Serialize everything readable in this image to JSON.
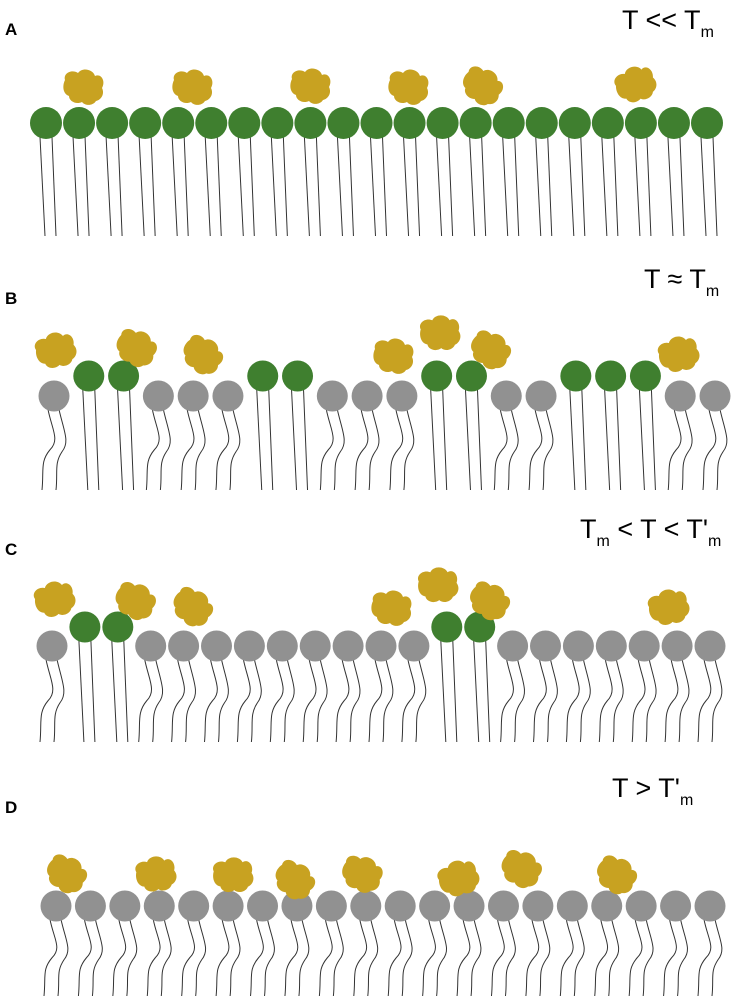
{
  "colors": {
    "ordered_head": "#3f7f2f",
    "disordered_head": "#919191",
    "protein": "#c8a221",
    "tail": "#333333",
    "background": "#ffffff"
  },
  "panels": [
    {
      "letter": "A",
      "condition": {
        "base": "T << T",
        "sub": "m",
        "tail": ""
      },
      "lipid_heads": [
        "ordered",
        "ordered",
        "ordered",
        "ordered",
        "ordered",
        "ordered",
        "ordered",
        "ordered",
        "ordered",
        "ordered",
        "ordered",
        "ordered",
        "ordered",
        "ordered",
        "ordered",
        "ordered",
        "ordered",
        "ordered",
        "ordered",
        "ordered",
        "ordered"
      ],
      "protein_count": 6
    },
    {
      "letter": "B",
      "condition": {
        "base": "T ≈ T",
        "sub": "m",
        "tail": ""
      },
      "lipid_heads": [
        "disordered",
        "ordered",
        "ordered",
        "disordered",
        "disordered",
        "disordered",
        "ordered",
        "ordered",
        "disordered",
        "disordered",
        "disordered",
        "ordered",
        "ordered",
        "disordered",
        "disordered",
        "ordered",
        "ordered",
        "ordered",
        "disordered",
        "disordered"
      ],
      "protein_count": 7
    },
    {
      "letter": "C",
      "condition": {
        "base": "T",
        "sub": "m",
        "tail": " < T < T'",
        "sub2": "m"
      },
      "lipid_heads": [
        "disordered",
        "ordered",
        "ordered",
        "disordered",
        "disordered",
        "disordered",
        "disordered",
        "disordered",
        "disordered",
        "disordered",
        "disordered",
        "disordered",
        "ordered",
        "ordered",
        "disordered",
        "disordered",
        "disordered",
        "disordered",
        "disordered",
        "disordered",
        "disordered"
      ],
      "protein_count": 7
    },
    {
      "letter": "D",
      "condition": {
        "base": "T > T'",
        "sub": "m",
        "tail": ""
      },
      "lipid_heads": [
        "disordered",
        "disordered",
        "disordered",
        "disordered",
        "disordered",
        "disordered",
        "disordered",
        "disordered",
        "disordered",
        "disordered",
        "disordered",
        "disordered",
        "disordered",
        "disordered",
        "disordered",
        "disordered",
        "disordered",
        "disordered",
        "disordered",
        "disordered"
      ],
      "protein_count": 8
    }
  ]
}
